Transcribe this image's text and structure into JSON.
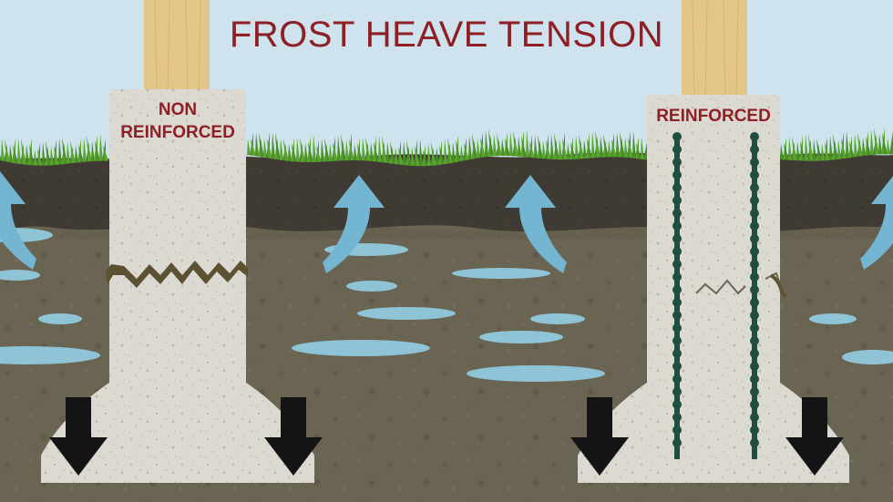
{
  "title": "FROST HEAVE TENSION",
  "footings": [
    {
      "label_lines": [
        "NON",
        "REINFORCED"
      ],
      "reinforced": false
    },
    {
      "label_lines": [
        "REINFORCED"
      ],
      "reinforced": true
    }
  ],
  "colors": {
    "sky": "#cfe3ee",
    "grass": "#5aa530",
    "topsoil": "#3f3a33",
    "subsoil": "#6a6553",
    "water": "#8fc3d6",
    "concrete": "#dddad3",
    "post": "#e3c58a",
    "rebar": "#1f4f3f",
    "heave_arrow": "#74b6d1",
    "load_arrow": "#141414",
    "title": "#8e1f24"
  }
}
